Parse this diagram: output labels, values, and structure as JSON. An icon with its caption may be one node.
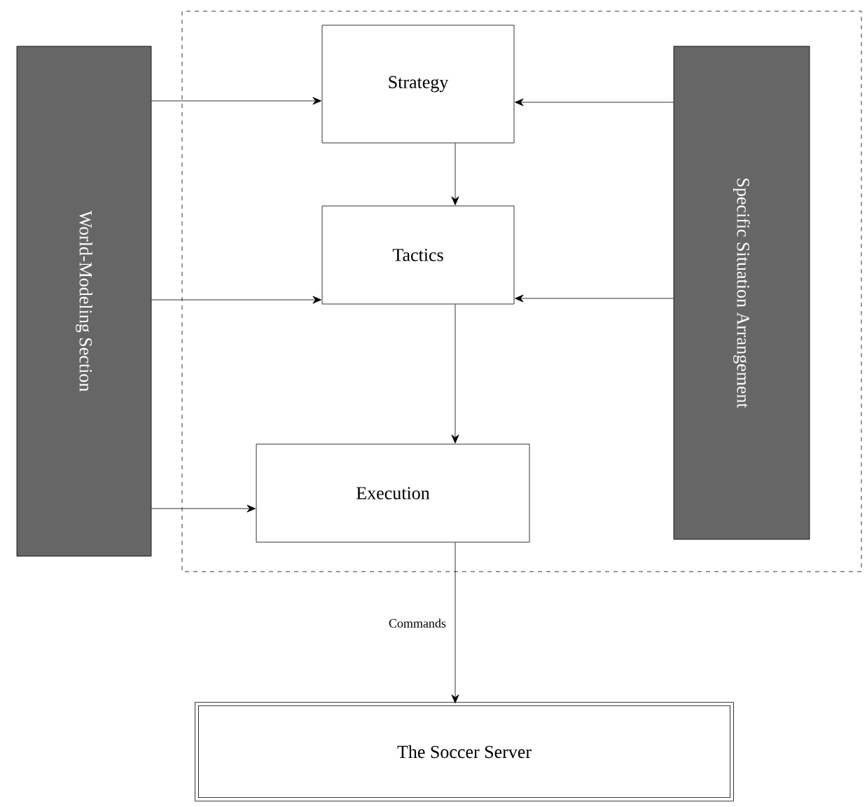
{
  "diagram": {
    "nodes": [
      {
        "text": [
          "World-Modeling Section"
        ]
      },
      {
        "text": [
          "Strategy"
        ]
      },
      {
        "text": [
          "Tactics"
        ]
      },
      {
        "text": [
          "Execution"
        ]
      },
      {
        "text": [
          "Specific Situation Arrangement"
        ]
      },
      {
        "text": [
          "The Soccer Server"
        ]
      }
    ],
    "edges": [
      {
        "from": 0,
        "to": 1,
        "arrow": "to"
      },
      {
        "from": 0,
        "to": 2,
        "arrow": "to"
      },
      {
        "from": 0,
        "to": 3,
        "arrow": "to"
      },
      {
        "from": 4,
        "to": 1,
        "arrow": "to"
      },
      {
        "from": 4,
        "to": 2,
        "arrow": "to"
      },
      {
        "from": 1,
        "to": 2,
        "arrow": "to"
      },
      {
        "from": 2,
        "to": 3,
        "arrow": "to"
      },
      {
        "from": 3,
        "to": 5,
        "arrow": "to",
        "label": "Commands"
      }
    ]
  }
}
